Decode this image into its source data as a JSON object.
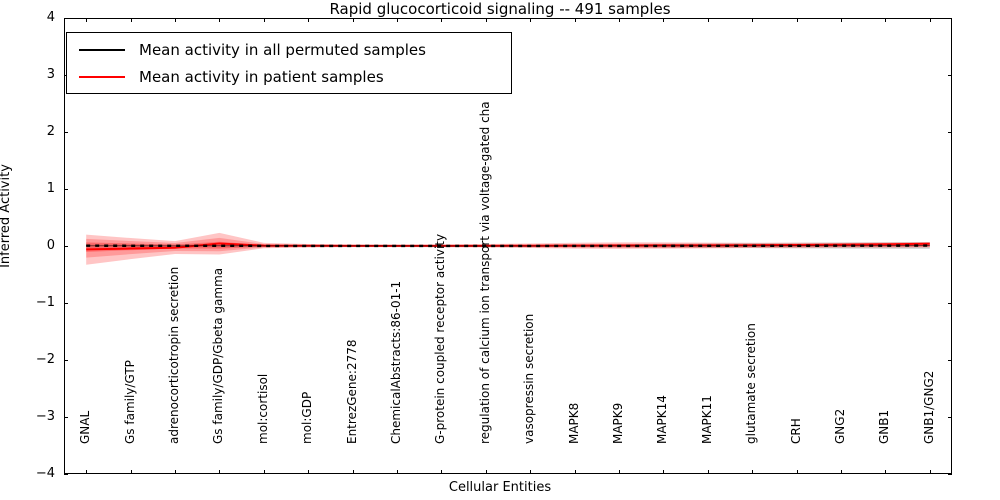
{
  "chart_data": {
    "type": "line",
    "title": "Rapid glucocorticoid signaling -- 491 samples",
    "xlabel": "Cellular Entities",
    "ylabel": "Inferred Activity",
    "ylim": [
      -4,
      4
    ],
    "yticks": [
      4,
      3,
      2,
      1,
      0,
      -1,
      -2,
      -3,
      -4
    ],
    "ytick_labels": [
      "4",
      "3",
      "2",
      "1",
      "0",
      "−1",
      "−2",
      "−3",
      "−4"
    ],
    "grid": false,
    "legend_position": "upper left",
    "categories": [
      "GNAL",
      "Gs family/GTP",
      "adrenocorticotropin secretion",
      "Gs family/GDP/Gbeta gamma",
      "mol:cortisol",
      "mol:GDP",
      "EntrezGene:2778",
      "ChemicalAbstracts:86-01-1",
      "G-protein coupled receptor activity",
      "regulation of calcium ion transport via voltage-gated cha",
      "vasopressin secretion",
      "MAPK8",
      "MAPK9",
      "MAPK14",
      "MAPK11",
      "glutamate secretion",
      "CRH",
      "GNG2",
      "GNB1",
      "GNB1/GNG2"
    ],
    "series": [
      {
        "name": "Mean activity in all permuted samples",
        "color": "#000000",
        "style": "dashed",
        "values": [
          0.005,
          0.004,
          0.003,
          0.004,
          0.002,
          0.002,
          0.002,
          0.002,
          0.001,
          0.001,
          0.001,
          0.001,
          0.002,
          0.002,
          0.003,
          0.003,
          0.004,
          0.005,
          0.006,
          0.008
        ],
        "band_lower": [
          -0.035,
          -0.028,
          -0.022,
          -0.03,
          -0.018,
          -0.014,
          -0.012,
          -0.012,
          -0.012,
          -0.012,
          -0.014,
          -0.018,
          -0.024,
          -0.03,
          -0.034,
          -0.038,
          -0.042,
          -0.046,
          -0.048,
          -0.05
        ],
        "band_upper": [
          0.045,
          0.036,
          0.028,
          0.038,
          0.022,
          0.018,
          0.016,
          0.016,
          0.016,
          0.016,
          0.018,
          0.024,
          0.032,
          0.04,
          0.046,
          0.052,
          0.058,
          0.062,
          0.066,
          0.068
        ]
      },
      {
        "name": "Mean activity in patient samples",
        "color": "#ff0000",
        "style": "solid",
        "values": [
          -0.06,
          -0.045,
          -0.03,
          0.045,
          0.006,
          0.004,
          0.003,
          0.003,
          0.003,
          0.003,
          0.004,
          0.006,
          0.008,
          0.01,
          0.012,
          0.014,
          0.018,
          0.024,
          0.03,
          0.04
        ],
        "band_lower": [
          -0.33,
          -0.23,
          -0.14,
          -0.15,
          -0.04,
          -0.026,
          -0.02,
          -0.02,
          -0.022,
          -0.026,
          -0.034,
          -0.046,
          -0.05,
          -0.048,
          -0.042,
          -0.036,
          -0.032,
          -0.03,
          -0.028,
          -0.026
        ],
        "band_upper": [
          0.2,
          0.14,
          0.085,
          0.23,
          0.055,
          0.036,
          0.028,
          0.026,
          0.028,
          0.034,
          0.044,
          0.058,
          0.064,
          0.064,
          0.06,
          0.056,
          0.056,
          0.058,
          0.062,
          0.07
        ]
      }
    ],
    "legend": [
      {
        "label": "Mean activity in all permuted samples",
        "color": "#000000"
      },
      {
        "label": "Mean activity in patient samples",
        "color": "#ff0000"
      }
    ],
    "colors": {
      "permuted_line": "#000000",
      "patient_line": "#ff0000",
      "patient_band": "#ff4040",
      "permuted_band": "#808080",
      "axis": "#000000",
      "background": "#ffffff"
    }
  }
}
